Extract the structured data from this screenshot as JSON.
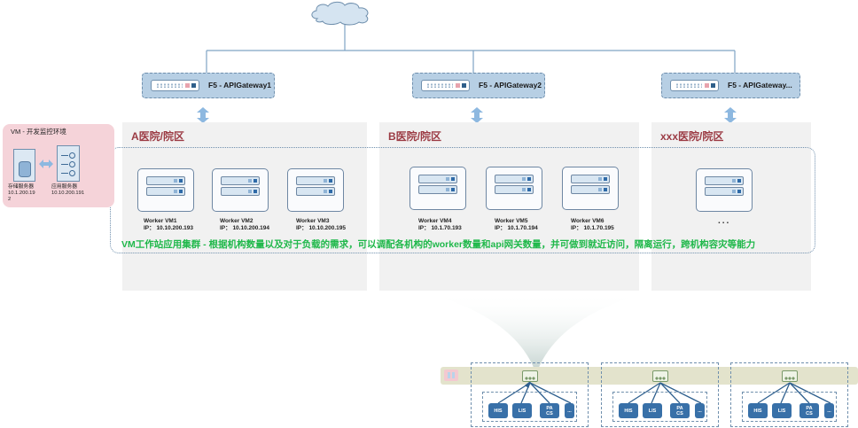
{
  "diagram": {
    "internet": {
      "icon": "cloud-icon"
    },
    "gateways": [
      {
        "label": "F5 - APIGateway1",
        "icon": "load-balancer-icon"
      },
      {
        "label": "F5 - APIGateway2",
        "icon": "load-balancer-icon"
      },
      {
        "label": "F5 - APIGateway...",
        "icon": "load-balancer-icon"
      }
    ],
    "hospitals": [
      {
        "title": "A医院/院区"
      },
      {
        "title": "B医院/院区"
      },
      {
        "title": "xxx医院/院区"
      }
    ],
    "workers": [
      {
        "name": "Worker VM1",
        "ip": "IP： 10.10.200.193"
      },
      {
        "name": "Worker VM2",
        "ip": "IP： 10.10.200.194"
      },
      {
        "name": "Worker VM3",
        "ip": "IP： 10.10.200.195"
      },
      {
        "name": "Worker VM4",
        "ip": "IP： 10.1.70.193"
      },
      {
        "name": "Worker VM5",
        "ip": "IP： 10.1.70.194"
      },
      {
        "name": "Worker VM6",
        "ip": "IP： 10.1.70.195"
      }
    ],
    "more_workers": "...",
    "cluster_description": "VM工作站应用集群 - 根据机构数量以及对于负载的需求，可以调配各机构的worker数量和api网关数量，并可做到就近访问，隔离运行，跨机构容灾等能力",
    "dev_env": {
      "title": "VM - 开发监控环境",
      "storage": {
        "label": "存储服务器",
        "ip_line1": "10.1.200.19",
        "ip_line2": "2"
      },
      "app_server": {
        "label": "应用服务器",
        "ip": "10.10.200.191"
      }
    },
    "sites": [
      {
        "systems": [
          "HIS",
          "LIS",
          "PA\nCS",
          "..."
        ]
      },
      {
        "systems": [
          "HIS",
          "LIS",
          "PA\nCS",
          "..."
        ]
      },
      {
        "systems": [
          "HIS",
          "LIS",
          "PA\nCS",
          "..."
        ]
      }
    ],
    "colors": {
      "connector": "#7fa3c4",
      "gateway_fill": "#b7cfe4",
      "hospital_title": "#9b3a43",
      "cluster_text": "#1fb84a",
      "dev_env_fill": "#f5d3d9",
      "system_fill": "#3870a8"
    }
  }
}
